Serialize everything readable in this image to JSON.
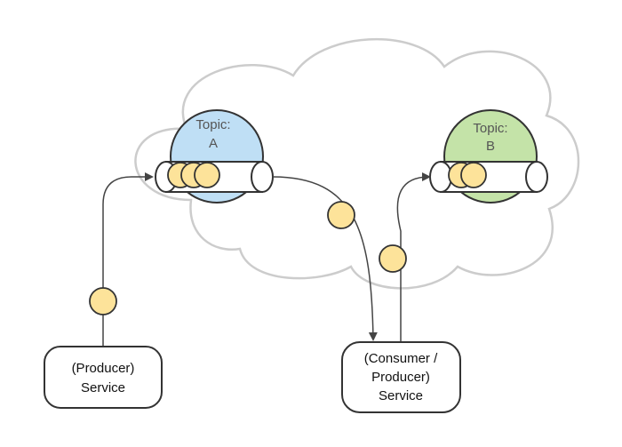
{
  "topics": [
    {
      "label_line1": "Topic:",
      "label_line2": "A",
      "color": "#bfdff5"
    },
    {
      "label_line1": "Topic:",
      "label_line2": "B",
      "color": "#c4e3a8"
    }
  ],
  "services": [
    {
      "lines": [
        "(Producer)",
        "Service"
      ]
    },
    {
      "lines": [
        "(Consumer /",
        "Producer)",
        "Service"
      ]
    }
  ],
  "colors": {
    "message": "#fde39a",
    "stroke": "#333333",
    "cloud": "#cccccc",
    "arrow": "#444444",
    "text": "#555555"
  }
}
